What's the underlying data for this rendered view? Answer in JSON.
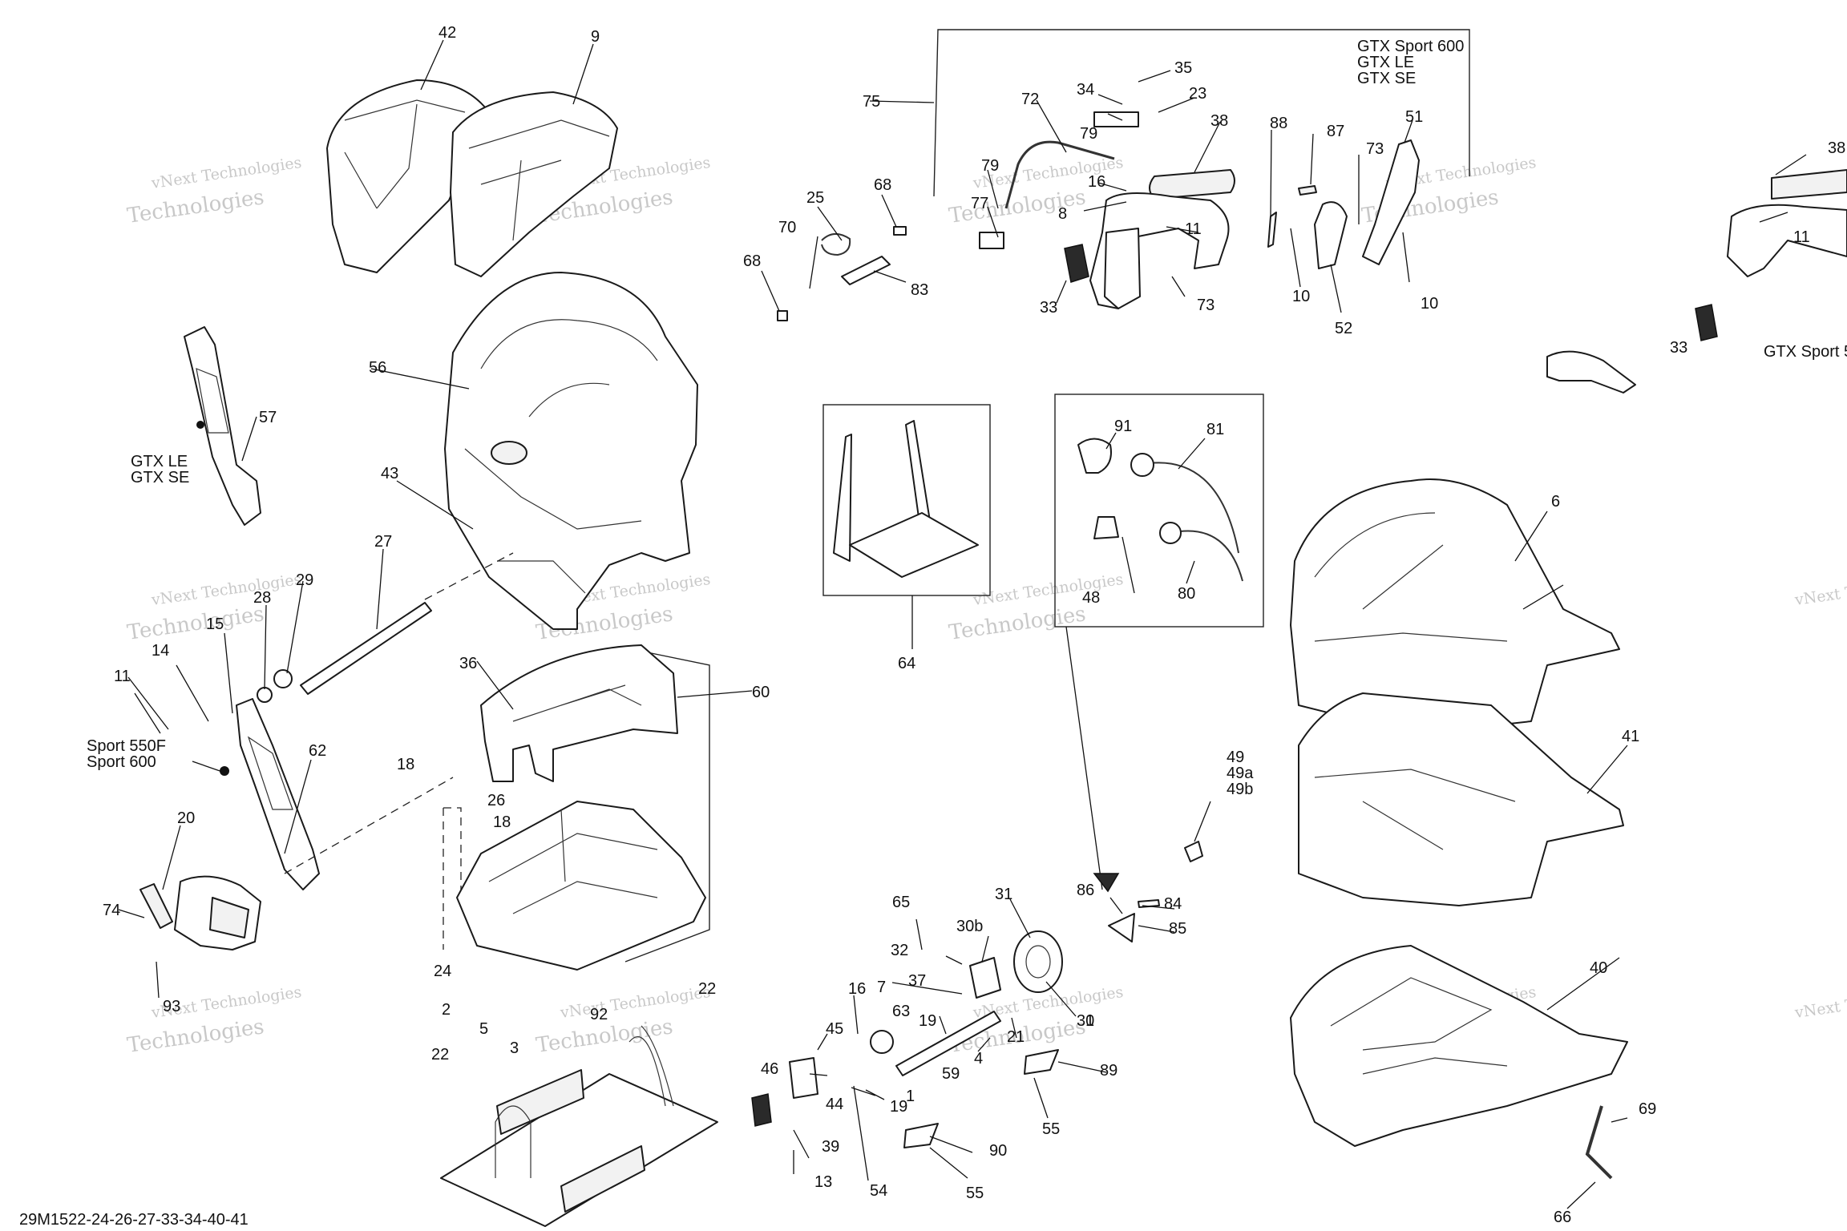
{
  "diagram": {
    "drawing_code": "29M1522-24-26-27-33-34-40-41",
    "watermark": {
      "line1": "vNext Technologies",
      "line2": "Technologies"
    },
    "model_notes": {
      "gtx_group": [
        "GTX Sport 600",
        "GTX LE",
        "GTX SE"
      ],
      "gtx_le_se": [
        "GTX LE",
        "GTX SE"
      ],
      "sport_group": [
        "Sport 550F",
        "Sport 600"
      ],
      "gtx_sport_cut": "GTX Sport 5"
    },
    "callouts": [
      "42",
      "9",
      "56",
      "43",
      "57",
      "27",
      "29",
      "28",
      "15",
      "14",
      "11",
      "62",
      "20",
      "74",
      "93",
      "36",
      "60",
      "18",
      "26",
      "18",
      "24",
      "2",
      "5",
      "3",
      "22",
      "92",
      "22",
      "75",
      "72",
      "35",
      "34",
      "23",
      "79",
      "38",
      "16",
      "8",
      "11",
      "79",
      "77",
      "33",
      "73",
      "88",
      "10",
      "87",
      "52",
      "73",
      "51",
      "10",
      "25",
      "68",
      "70",
      "68",
      "83",
      "64",
      "91",
      "81",
      "48",
      "80",
      "38",
      "11",
      "33",
      "6",
      "41",
      "49",
      "49a",
      "49b",
      "86",
      "84",
      "85",
      "31",
      "30b",
      "65",
      "32",
      "37",
      "7",
      "16",
      "19",
      "63",
      "21",
      "4",
      "30",
      "1",
      "59",
      "89",
      "55",
      "90",
      "55",
      "45",
      "46",
      "44",
      "19",
      "1",
      "39",
      "54",
      "13",
      "40",
      "69",
      "66"
    ]
  }
}
